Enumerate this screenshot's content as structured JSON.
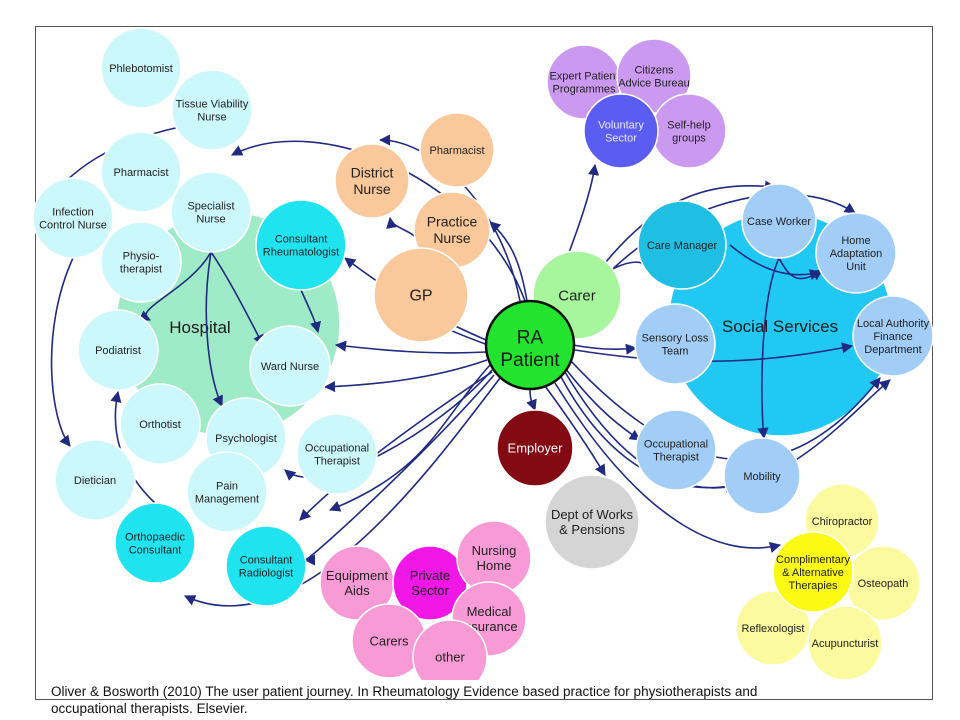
{
  "caption": {
    "line1": "Oliver & Bosworth (2010) The user patient journey.  In Rheumatology Evidence based practice for physiotherapists and",
    "line2": "occupational therapists.  Elsevier."
  },
  "colors": {
    "arrow": "#1f2a80",
    "hospital": "#a0ebc7",
    "hospital_staff": "#cdf8fb",
    "consultant": "#1fe3ef",
    "primary_care": "#f9c89b",
    "voluntary": "#cc99f0",
    "voluntary_core": "#5b5cf2",
    "social_services": "#21c8f3",
    "social_staff": "#a2cdf6",
    "carer": "#a7f59c",
    "patient": "#22e32d",
    "employer": "#830a12",
    "dwp": "#d5d5d5",
    "private": "#f79ad6",
    "private_core": "#f117e6",
    "complementary": "#fbfa9e",
    "complementary_core": "#fafa12"
  },
  "nodes": {
    "hospital": {
      "lines": [
        "Hospital"
      ]
    },
    "social_services": {
      "lines": [
        "Social Services"
      ]
    },
    "phlebotomist": {
      "lines": [
        "Phlebotomist"
      ]
    },
    "tissue_viability_nurse": {
      "lines": [
        "Tissue Viability",
        "Nurse"
      ]
    },
    "pharmacist_hosp": {
      "lines": [
        "Pharmacist"
      ]
    },
    "infection_control_nurse": {
      "lines": [
        "Infection",
        "Control Nurse"
      ]
    },
    "specialist_nurse": {
      "lines": [
        "Specialist",
        "Nurse"
      ]
    },
    "physiotherapist": {
      "lines": [
        "Physio-",
        "therapist"
      ]
    },
    "consultant_rheumatologist": {
      "lines": [
        "Consultant",
        "Rheumatologist"
      ]
    },
    "podiatrist": {
      "lines": [
        "Podiatrist"
      ]
    },
    "ward_nurse": {
      "lines": [
        "Ward Nurse"
      ]
    },
    "orthotist": {
      "lines": [
        "Orthotist"
      ]
    },
    "psychologist": {
      "lines": [
        "Psychologist"
      ]
    },
    "occupational_therapist_hosp": {
      "lines": [
        "Occupational",
        "Therapist"
      ]
    },
    "dietician": {
      "lines": [
        "Dietician"
      ]
    },
    "pain_management": {
      "lines": [
        "Pain",
        "Management"
      ]
    },
    "orthopaedic_consultant": {
      "lines": [
        "Orthopaedic",
        "Consultant"
      ]
    },
    "consultant_radiologist": {
      "lines": [
        "Consultant",
        "Radiologist"
      ]
    },
    "district_nurse": {
      "lines": [
        "District",
        "Nurse"
      ]
    },
    "pharmacist_community": {
      "lines": [
        "Pharmacist"
      ]
    },
    "practice_nurse": {
      "lines": [
        "Practice",
        "Nurse"
      ]
    },
    "gp": {
      "lines": [
        "GP"
      ]
    },
    "expert_patient": {
      "lines": [
        "Expert Patient",
        "Programmes"
      ]
    },
    "citizens_advice": {
      "lines": [
        "Citizens",
        "Advice Bureau"
      ]
    },
    "voluntary_sector": {
      "lines": [
        "Voluntary",
        "Sector"
      ]
    },
    "self_help": {
      "lines": [
        "Self-help",
        "groups"
      ]
    },
    "carer": {
      "lines": [
        "Carer"
      ]
    },
    "ra_patient": {
      "lines": [
        "RA",
        "Patient"
      ]
    },
    "employer": {
      "lines": [
        "Employer"
      ]
    },
    "dwp": {
      "lines": [
        "Dept of Works",
        "& Pensions"
      ]
    },
    "care_manager": {
      "lines": [
        "Care Manager"
      ]
    },
    "case_worker": {
      "lines": [
        "Case Worker"
      ]
    },
    "home_adaptation": {
      "lines": [
        "Home",
        "Adaptation",
        "Unit"
      ]
    },
    "local_authority": {
      "lines": [
        "Local Authority",
        "Finance",
        "Department"
      ]
    },
    "sensory_loss": {
      "lines": [
        "Sensory Loss",
        "Team"
      ]
    },
    "occupational_therapist_ss": {
      "lines": [
        "Occupational",
        "Therapist"
      ]
    },
    "mobility": {
      "lines": [
        "Mobility"
      ]
    },
    "equipment_aids": {
      "lines": [
        "Equipment",
        "Aids"
      ]
    },
    "private_sector": {
      "lines": [
        "Private",
        "Sector"
      ]
    },
    "nursing_home": {
      "lines": [
        "Nursing",
        "Home"
      ]
    },
    "medical_insurance": {
      "lines": [
        "Medical",
        "Insurance"
      ]
    },
    "carers": {
      "lines": [
        "Carers"
      ]
    },
    "other": {
      "lines": [
        "other"
      ]
    },
    "chiropractor": {
      "lines": [
        "Chiropractor"
      ]
    },
    "complementary_therapies": {
      "lines": [
        "Complimentary",
        "& Alternative",
        "Therapies"
      ]
    },
    "osteopath": {
      "lines": [
        "Osteopath"
      ]
    },
    "reflexologist": {
      "lines": [
        "Reflexologist"
      ]
    },
    "acupuncturist": {
      "lines": [
        "Acupuncturist"
      ]
    }
  }
}
